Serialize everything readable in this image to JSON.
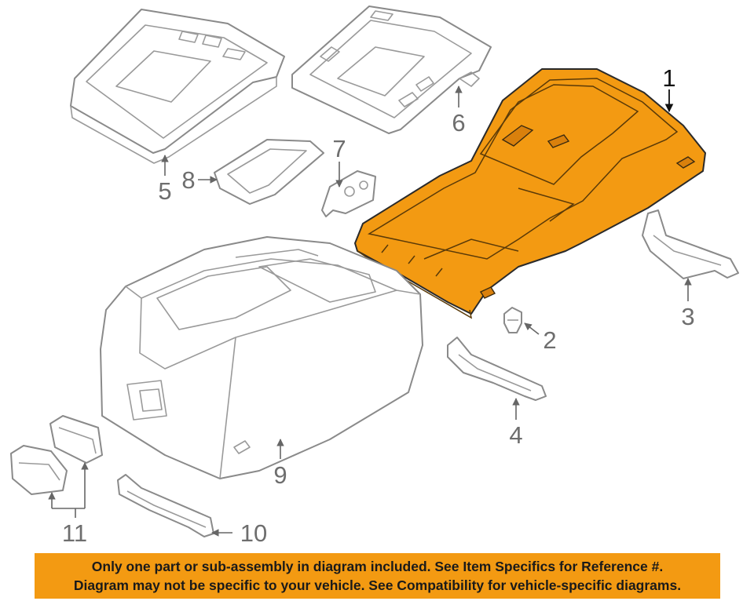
{
  "callouts": {
    "c1": "1",
    "c2": "2",
    "c3": "3",
    "c4": "4",
    "c5": "5",
    "c6": "6",
    "c7": "7",
    "c8": "8",
    "c9": "9",
    "c10": "10",
    "c11": "11"
  },
  "highlight_color": "#f39a12",
  "banner": {
    "line1": "Only one part or sub-assembly in diagram included. See Item Specifics for Reference #.",
    "line2": "Diagram may not be specific to your vehicle. See Compatibility for vehicle-specific diagrams."
  }
}
